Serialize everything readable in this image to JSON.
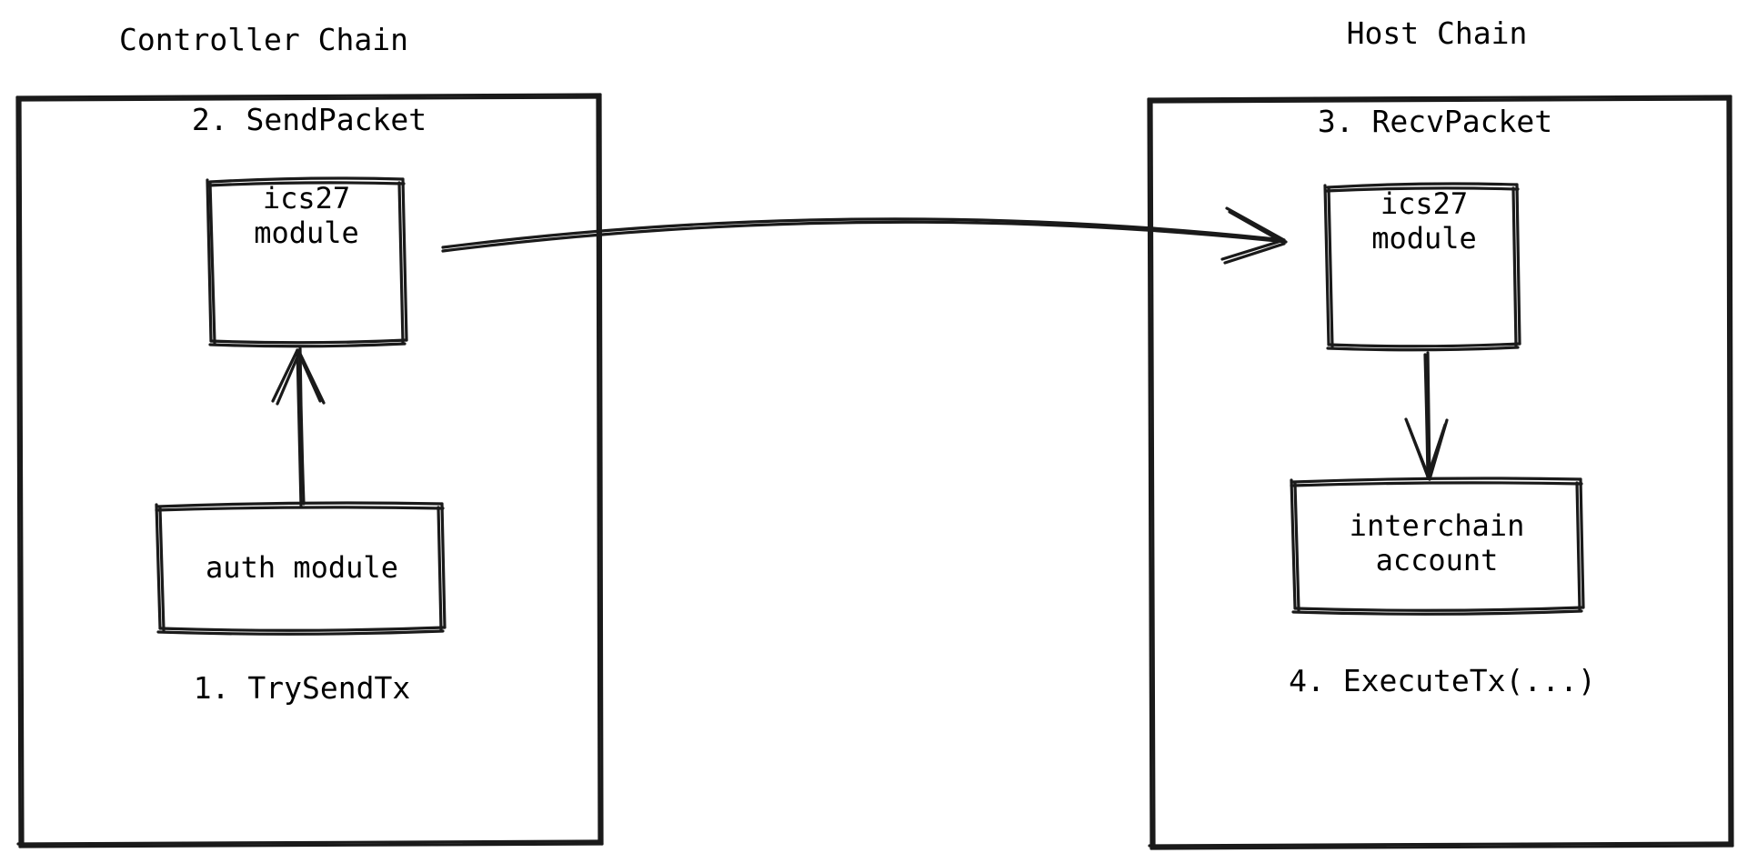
{
  "diagram": {
    "title_left": "Controller Chain",
    "title_right": "Host Chain",
    "background_color": "#ffffff",
    "stroke_color": "#1a1a1a",
    "style": "hand-drawn"
  },
  "controller_chain": {
    "title": "Controller Chain",
    "step_top": "2. SendPacket",
    "step_bottom": "1. TrySendTx",
    "ics27_box": {
      "line1": "ics27",
      "line2": "module"
    },
    "auth_box": {
      "line1": "auth module"
    }
  },
  "host_chain": {
    "title": "Host Chain",
    "step_top": "3. RecvPacket",
    "step_bottom": "4. ExecuteTx(...)",
    "ics27_box": {
      "line1": "ics27",
      "line2": "module"
    },
    "interchain_account_box": {
      "line1": "interchain",
      "line2": "account"
    }
  },
  "arrows": [
    {
      "name": "auth-to-ics27-controller",
      "from": "auth module",
      "to": "ics27 module (controller)",
      "direction": "up"
    },
    {
      "name": "controller-ics27-to-host-ics27",
      "from": "ics27 module (controller)",
      "to": "ics27 module (host)",
      "direction": "right"
    },
    {
      "name": "host-ics27-to-interchain-account",
      "from": "ics27 module (host)",
      "to": "interchain account",
      "direction": "down"
    }
  ]
}
